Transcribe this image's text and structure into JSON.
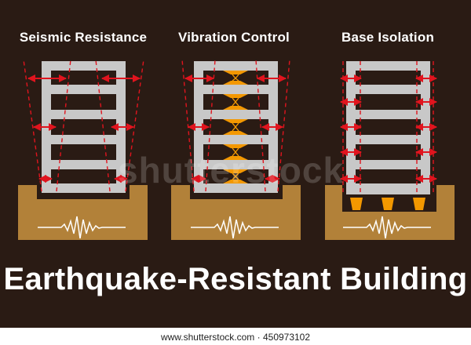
{
  "panels": [
    {
      "id": "seismic",
      "title": "Seismic Resistance"
    },
    {
      "id": "vibration",
      "title": "Vibration Control"
    },
    {
      "id": "isolation",
      "title": "Base Isolation"
    }
  ],
  "main_title": "Earthquake-Resistant Building",
  "watermark": "shutterstock",
  "credit": "www.shutterstock.com · 450973102",
  "colors": {
    "background": "#2a1b14",
    "ground": "#b28139",
    "frame": "#c8c8c8",
    "arrow": "#e0141e",
    "damper": "#f39800",
    "text": "#ffffff"
  }
}
